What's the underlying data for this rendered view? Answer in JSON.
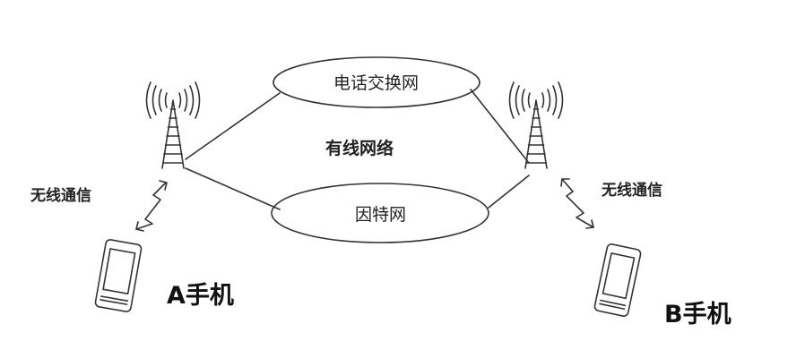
{
  "networks": {
    "telephone_switching_network": "电话交换网",
    "wired_network": "有线网络",
    "internet": "因特网"
  },
  "wireless": {
    "left_label": "无线通信",
    "right_label": "无线通信"
  },
  "phones": {
    "a_label": "A手机",
    "b_label": "B手机"
  },
  "colors": {
    "stroke": "#333333",
    "background": "#ffffff"
  },
  "icons": [
    "cell-tower-icon",
    "mobile-phone-icon",
    "wireless-signal-icon"
  ]
}
